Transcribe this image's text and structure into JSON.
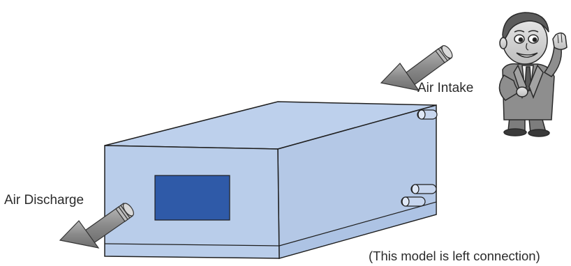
{
  "labels": {
    "air_intake": "Air Intake",
    "air_discharge": "Air Discharge",
    "note": "(This model is left connection)"
  },
  "colors": {
    "box_front": "#b9cdea",
    "box_top": "#bdd0ec",
    "box_right": "#b4c8e6",
    "box_outline": "#1f1f1f",
    "display_panel": "#2f5aa8",
    "arrow_fill": "#8f8f8f",
    "text": "#2b2b2b"
  },
  "icons": {
    "intake_arrow": "arrow-left-down-icon",
    "discharge_arrow": "arrow-left-down-icon",
    "mascot": "businessman-cartoon-icon"
  }
}
